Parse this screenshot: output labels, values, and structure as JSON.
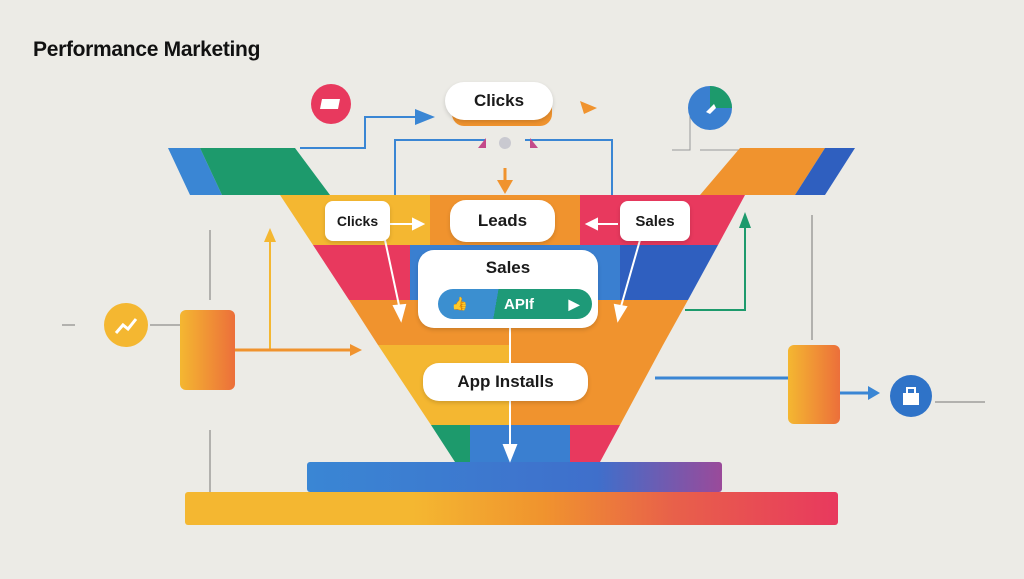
{
  "title": "Performance Marketing",
  "nodes": {
    "top_clicks": "Clicks",
    "left_clicks": "Clicks",
    "leads": "Leads",
    "right_sales": "Sales",
    "center_sales": "Sales",
    "api_button": "APIf",
    "app_installs": "App Installs"
  },
  "colors": {
    "yellow": "#f4b731",
    "orange": "#f0932e",
    "pink": "#e8395e",
    "blue": "#3a7fd0",
    "green": "#1d9a6c",
    "background": "#ecebe6"
  }
}
